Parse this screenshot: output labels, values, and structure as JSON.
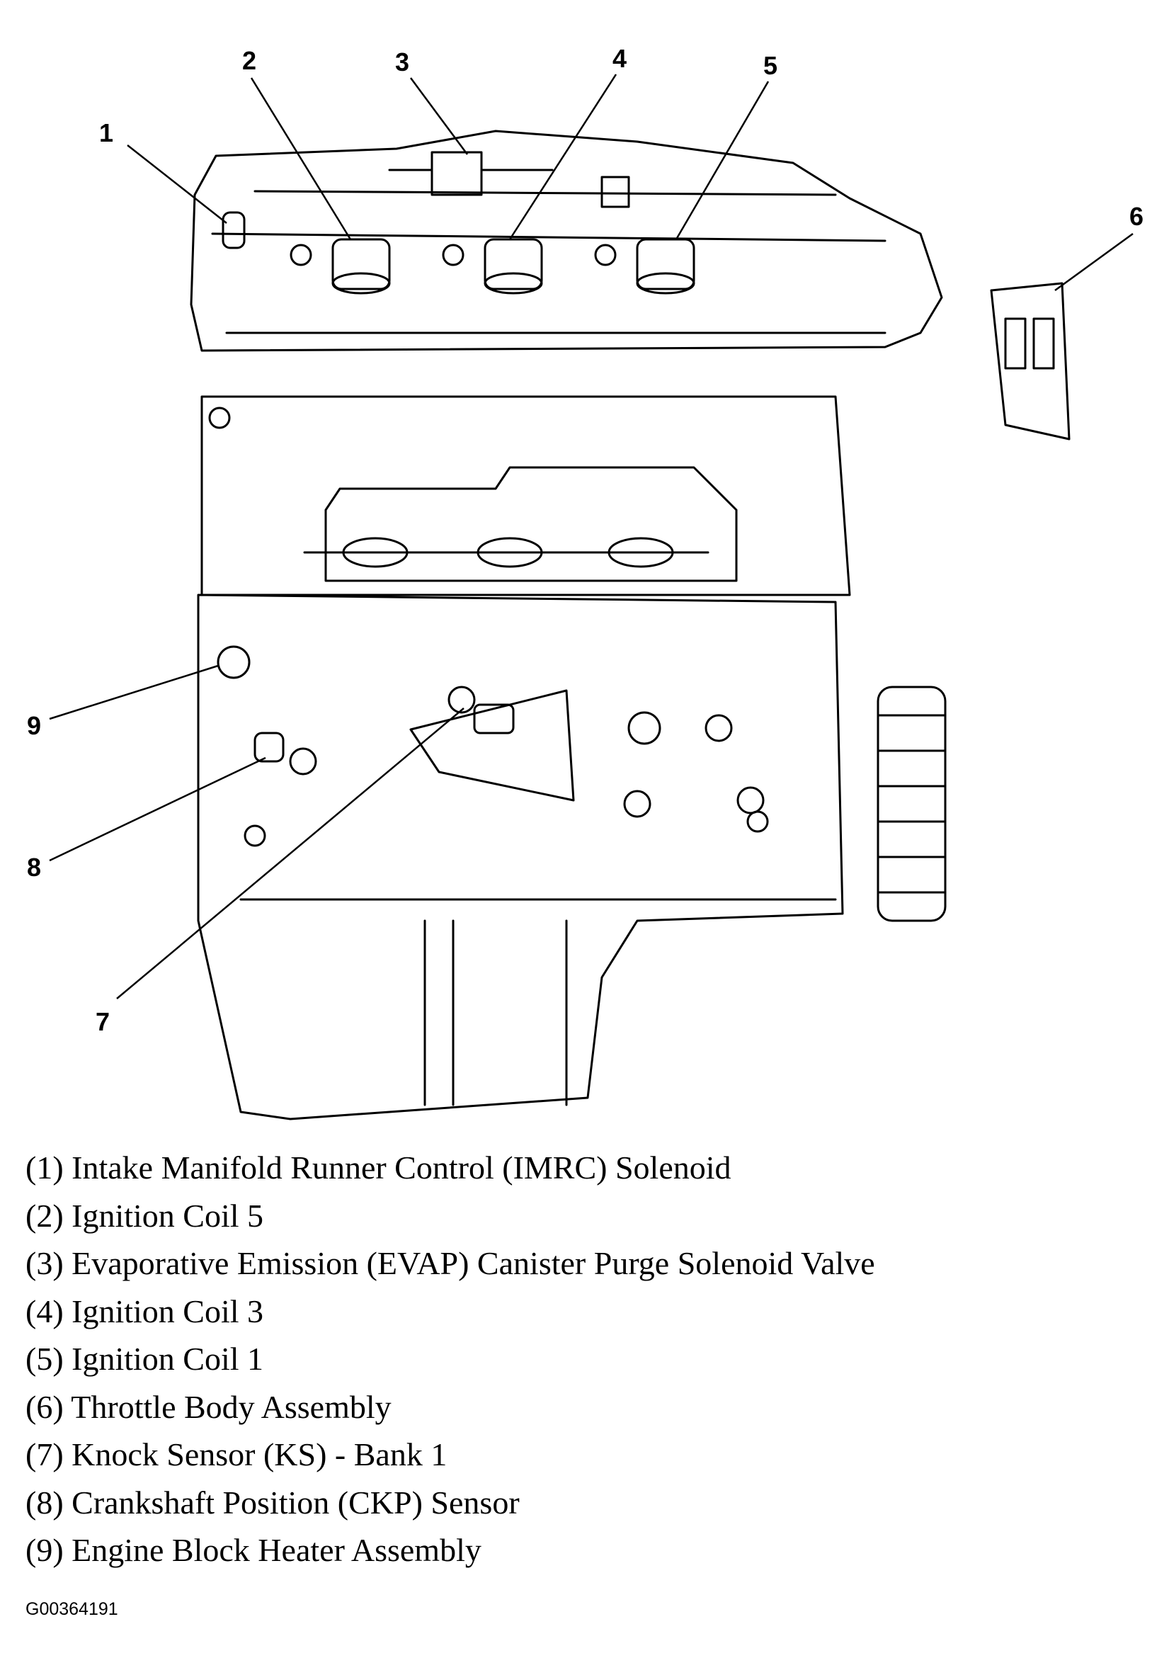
{
  "callouts": [
    "1",
    "2",
    "3",
    "4",
    "5",
    "6",
    "7",
    "8",
    "9"
  ],
  "legend": [
    "(1) Intake Manifold Runner Control (IMRC) Solenoid",
    "(2) Ignition Coil 5",
    "(3) Evaporative Emission (EVAP) Canister Purge Solenoid Valve",
    "(4) Ignition Coil 3",
    "(5) Ignition Coil 1",
    "(6) Throttle Body Assembly",
    "(7) Knock Sensor (KS) - Bank 1",
    "(8) Crankshaft Position (CKP) Sensor",
    "(9) Engine Block Heater Assembly"
  ],
  "figure_id": "G00364191"
}
